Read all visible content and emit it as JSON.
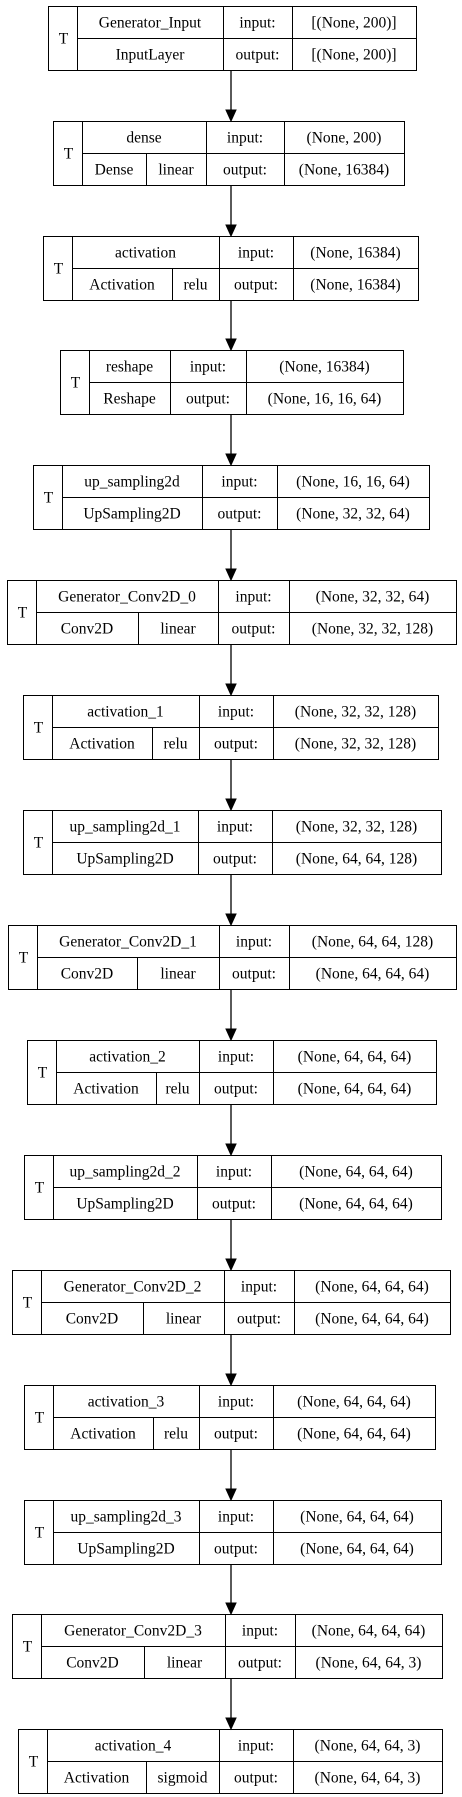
{
  "layers": [
    {
      "name": "Generator_Input",
      "type": "InputLayer",
      "activation": "",
      "input_label": "input:",
      "output_label": "output:",
      "input_shape": "[(None, 200)]",
      "output_shape": "[(None, 200)]",
      "trainable": "T"
    },
    {
      "name": "dense",
      "type": "Dense",
      "activation": "linear",
      "input_label": "input:",
      "output_label": "output:",
      "input_shape": "(None, 200)",
      "output_shape": "(None, 16384)",
      "trainable": "T"
    },
    {
      "name": "activation",
      "type": "Activation",
      "activation": "relu",
      "input_label": "input:",
      "output_label": "output:",
      "input_shape": "(None, 16384)",
      "output_shape": "(None, 16384)",
      "trainable": "T"
    },
    {
      "name": "reshape",
      "type": "Reshape",
      "activation": "",
      "input_label": "input:",
      "output_label": "output:",
      "input_shape": "(None, 16384)",
      "output_shape": "(None, 16, 16, 64)",
      "trainable": "T"
    },
    {
      "name": "up_sampling2d",
      "type": "UpSampling2D",
      "activation": "",
      "input_label": "input:",
      "output_label": "output:",
      "input_shape": "(None, 16, 16, 64)",
      "output_shape": "(None, 32, 32, 64)",
      "trainable": "T"
    },
    {
      "name": "Generator_Conv2D_0",
      "type": "Conv2D",
      "activation": "linear",
      "input_label": "input:",
      "output_label": "output:",
      "input_shape": "(None, 32, 32, 64)",
      "output_shape": "(None, 32, 32, 128)",
      "trainable": "T"
    },
    {
      "name": "activation_1",
      "type": "Activation",
      "activation": "relu",
      "input_label": "input:",
      "output_label": "output:",
      "input_shape": "(None, 32, 32, 128)",
      "output_shape": "(None, 32, 32, 128)",
      "trainable": "T"
    },
    {
      "name": "up_sampling2d_1",
      "type": "UpSampling2D",
      "activation": "",
      "input_label": "input:",
      "output_label": "output:",
      "input_shape": "(None, 32, 32, 128)",
      "output_shape": "(None, 64, 64, 128)",
      "trainable": "T"
    },
    {
      "name": "Generator_Conv2D_1",
      "type": "Conv2D",
      "activation": "linear",
      "input_label": "input:",
      "output_label": "output:",
      "input_shape": "(None, 64, 64, 128)",
      "output_shape": "(None, 64, 64, 64)",
      "trainable": "T"
    },
    {
      "name": "activation_2",
      "type": "Activation",
      "activation": "relu",
      "input_label": "input:",
      "output_label": "output:",
      "input_shape": "(None, 64, 64, 64)",
      "output_shape": "(None, 64, 64, 64)",
      "trainable": "T"
    },
    {
      "name": "up_sampling2d_2",
      "type": "UpSampling2D",
      "activation": "",
      "input_label": "input:",
      "output_label": "output:",
      "input_shape": "(None, 64, 64, 64)",
      "output_shape": "(None, 64, 64, 64)",
      "trainable": "T"
    },
    {
      "name": "Generator_Conv2D_2",
      "type": "Conv2D",
      "activation": "linear",
      "input_label": "input:",
      "output_label": "output:",
      "input_shape": "(None, 64, 64, 64)",
      "output_shape": "(None, 64, 64, 64)",
      "trainable": "T"
    },
    {
      "name": "activation_3",
      "type": "Activation",
      "activation": "relu",
      "input_label": "input:",
      "output_label": "output:",
      "input_shape": "(None, 64, 64, 64)",
      "output_shape": "(None, 64, 64, 64)",
      "trainable": "T"
    },
    {
      "name": "up_sampling2d_3",
      "type": "UpSampling2D",
      "activation": "",
      "input_label": "input:",
      "output_label": "output:",
      "input_shape": "(None, 64, 64, 64)",
      "output_shape": "(None, 64, 64, 64)",
      "trainable": "T"
    },
    {
      "name": "Generator_Conv2D_3",
      "type": "Conv2D",
      "activation": "linear",
      "input_label": "input:",
      "output_label": "output:",
      "input_shape": "(None, 64, 64, 64)",
      "output_shape": "(None, 64, 64, 3)",
      "trainable": "T"
    },
    {
      "name": "activation_4",
      "type": "Activation",
      "activation": "sigmoid",
      "input_label": "input:",
      "output_label": "output:",
      "input_shape": "(None, 64, 64, 3)",
      "output_shape": "(None, 64, 64, 3)",
      "trainable": "T"
    }
  ]
}
